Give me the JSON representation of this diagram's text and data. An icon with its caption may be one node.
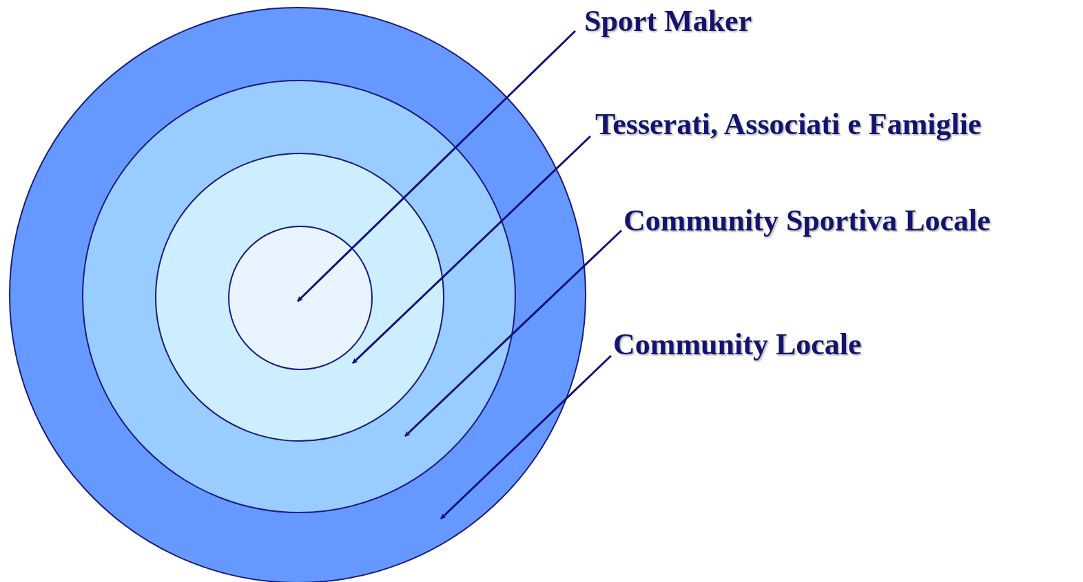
{
  "diagram": {
    "nodes": [
      {
        "text": [],
        "shape": "circle"
      },
      {
        "text": [],
        "shape": "circle",
        "in": 0
      },
      {
        "text": [],
        "shape": "circle",
        "in": 1
      },
      {
        "text": [],
        "shape": "circle",
        "in": 2
      },
      {
        "text": [
          "Sport Maker"
        ]
      },
      {
        "text": [
          "Tesserati, Associati e Famiglie"
        ]
      },
      {
        "text": [
          "Community Sportiva Locale"
        ]
      },
      {
        "text": [
          "Community Locale"
        ]
      }
    ],
    "edges": [
      {
        "from": 4,
        "to": 3,
        "arrow": "to"
      },
      {
        "from": 5,
        "to": 2,
        "arrow": "to"
      },
      {
        "from": 6,
        "to": 1,
        "arrow": "to"
      },
      {
        "from": 7,
        "to": 0,
        "arrow": "to"
      }
    ]
  }
}
